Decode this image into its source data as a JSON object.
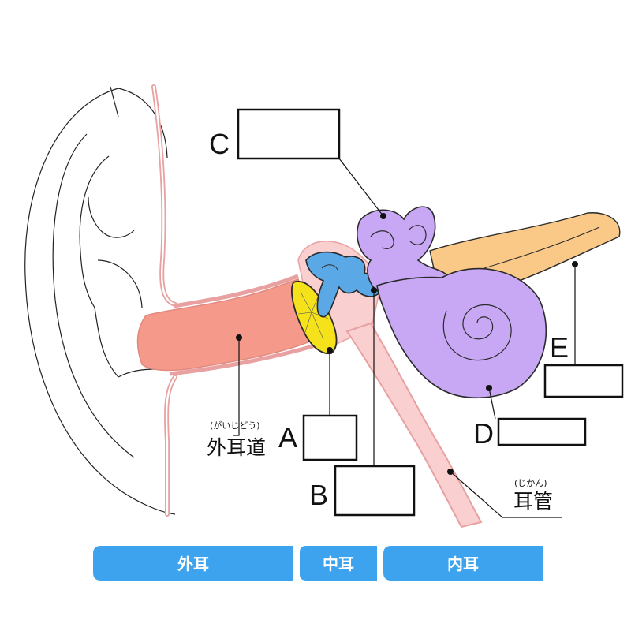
{
  "labels": {
    "A": "A",
    "B": "B",
    "C": "C",
    "D": "D",
    "E": "E"
  },
  "terms": {
    "ear_canal": "外耳道",
    "ear_canal_reading": "(がいじどう)",
    "eustachian_tube": "耳管",
    "eustachian_tube_reading": "(じかん)"
  },
  "sections": {
    "outer": "外耳",
    "middle": "中耳",
    "inner": "内耳"
  },
  "colors": {
    "skin_line": "#e8a0a0",
    "ear_canal": "#f5998a",
    "eardrum": "#f5e21a",
    "ossicles": "#5aa8e6",
    "inner_ear": "#c8a8f4",
    "nerve": "#fbc987",
    "tube": "#f9cfcf",
    "band": "#3ea3ee"
  }
}
